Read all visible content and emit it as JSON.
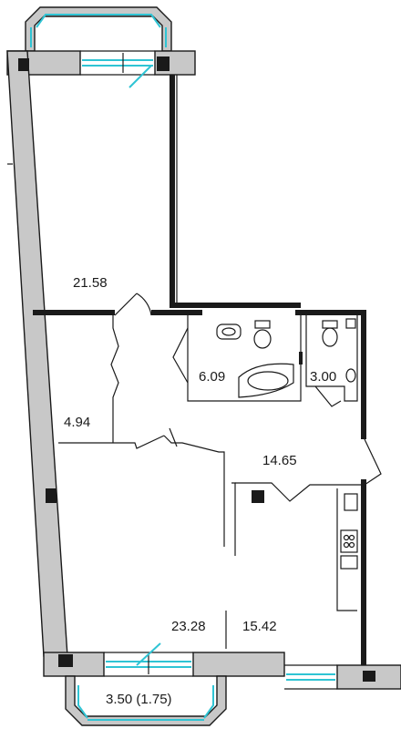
{
  "rooms": {
    "room_top": "21.58",
    "bathroom": "6.09",
    "wc": "3.00",
    "wardrobe": "4.94",
    "hall": "14.65",
    "room_bottom": "23.28",
    "kitchen": "15.42",
    "balcony": "3.50 (1.75)"
  },
  "colors": {
    "glass": "#2fc4d4",
    "wall_fill": "#c8c8c8",
    "wall_line": "#1a1a1a"
  }
}
